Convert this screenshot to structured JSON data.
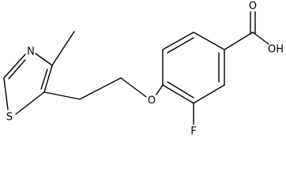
{
  "molecule": {
    "atoms": {
      "s1": "S",
      "n1": "N",
      "o_ether": "O",
      "f1": "F",
      "o_carbonyl": "O",
      "oh": "OH"
    }
  }
}
